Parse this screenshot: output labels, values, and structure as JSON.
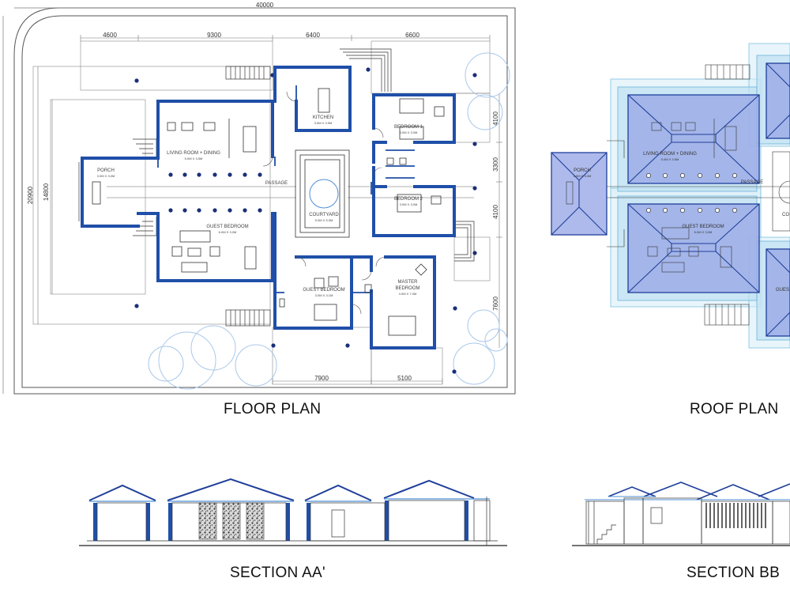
{
  "titles": {
    "floor_plan": "FLOOR PLAN",
    "roof_plan": "ROOF PLAN",
    "section_aa": "SECTION AA'",
    "section_bb": "SECTION BB"
  },
  "dimensions": {
    "overall_width": "40000",
    "top_1": "4600",
    "top_2": "9300",
    "top_3": "6400",
    "top_4": "6600",
    "bottom_1": "7900",
    "bottom_2": "5100",
    "left_outer": "20900",
    "left_inner": "14800",
    "right_1": "4100",
    "right_2": "3300",
    "right_3": "4100",
    "right_4": "7600"
  },
  "floor_rooms": {
    "kitchen": "KITCHEN",
    "kitchen_size": "3.0M X 3.9M",
    "bedroom1": "BEDROOM 1",
    "bedroom1_size": "3.0M X 3.0M",
    "living": "LIVING ROOM + DINING",
    "living_size": "5.0M X 3.5M",
    "porch": "PORCH",
    "porch_size": "3.0M X 3.0M",
    "passage": "PASSAGE",
    "courtyard": "COURTYARD",
    "courtyard_size": "5.0M X 5.0M",
    "bedroom2": "BEDROOM 2",
    "bedroom2_size": "3.0M X 3.0M",
    "guest_bedroom_large": "GUEST BEDROOM",
    "guest_bedroom_large_size": "6.0M X 3.0M",
    "guest_bedroom_small": "GUEST BEDROOM",
    "guest_bedroom_small_size": "3.0M X 3.1M",
    "master_line1": "MASTER",
    "master_line2": "BEDROOM",
    "master_size": "4.0M X 7.0M"
  },
  "roof_rooms": {
    "living": "LIVING ROOM + DINING",
    "living_size": "5.0M X 3.5M",
    "porch": "PORCH",
    "porch_size": "3.0M X 3.0M",
    "passage": "PASSAGE",
    "guest_bedroom": "GUEST BEDROOM",
    "guest_bedroom_size": "5.0M X 3.0M",
    "courtyard_partial": "CO",
    "guest_partial": "GUES"
  },
  "colors": {
    "wall": "#1f4fa8",
    "line": "#555555",
    "roof_fill": "#9aa9e6",
    "roof_outer": "#bfe3f2",
    "tree": "#a9c8ea"
  }
}
